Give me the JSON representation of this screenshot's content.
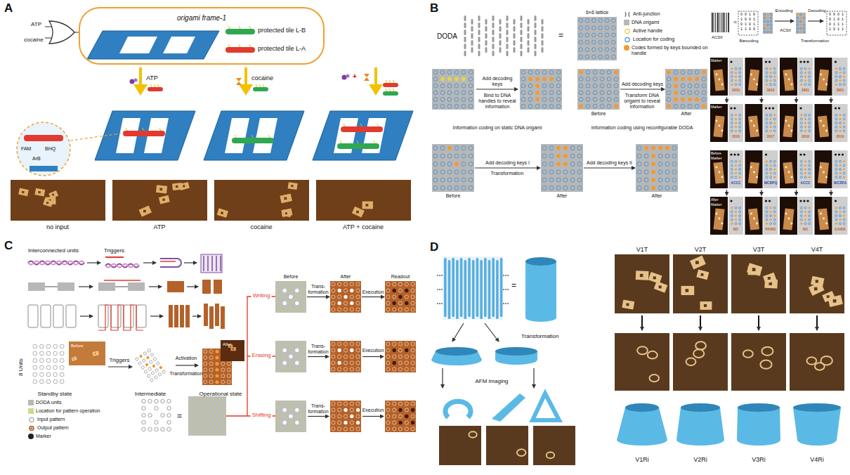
{
  "diagram": {
    "nodes": [
      {
        "text": [
          "origami frame-1"
        ]
      },
      {
        "text": [
          "protected tile L-B"
        ],
        "in": 0
      },
      {
        "text": [
          "protected tile L-A"
        ],
        "in": 0
      },
      {
        "text": [
          "6×6 lattice"
        ]
      },
      {
        "text": [
          "Before"
        ]
      },
      {
        "text": [
          "After"
        ]
      },
      {
        "text": [
          "Before"
        ]
      },
      {
        "text": [
          "After"
        ]
      },
      {
        "text": [
          "After"
        ]
      },
      {
        "text": [
          "Before"
        ]
      },
      {
        "text": [
          "After"
        ]
      },
      {
        "text": [
          "Readout"
        ]
      }
    ],
    "edges": [
      {
        "from": 4,
        "to": 5,
        "label": "Add decoding keys",
        "arrow": "to"
      },
      {
        "from": 6,
        "to": 7,
        "label": "Add decoding keys I",
        "arrow": "to"
      },
      {
        "from": 7,
        "to": 8,
        "label": "Add decoding keys II",
        "arrow": "to"
      },
      {
        "from": 9,
        "to": 10,
        "label": "Trans-formation",
        "arrow": "to"
      },
      {
        "from": 10,
        "to": 11,
        "label": "Execution",
        "arrow": "to"
      }
    ],
    "labels": [
      "A",
      "ATP",
      "cocaine",
      "ATP",
      "cocaine",
      "+",
      "FAM",
      "BHQ",
      "ArB",
      "no input",
      "ATP",
      "cocaine",
      "ATP + cocaine",
      "B",
      "DODA",
      "=",
      "Add decoding keys",
      "Bind to DNA handles to reveal information",
      "Information coding on static DNA origami",
      "Transform DNA origami to reveal information",
      "Information coding using reconfigurable DODA",
      "Transformation",
      "ACSII",
      "=",
      "0 0 1 0",
      "1 0 0 1",
      "0 1 0 1",
      "1 1 0 0",
      "Barcoding",
      "Encoding",
      "ACSII",
      "Transformation",
      "Decoding",
      "0 0 0 1",
      "0 1 0 1",
      "0 1 1 1",
      "1 0 1 1",
      "2910",
      "3910",
      "2801",
      "3801",
      "2016",
      "2017",
      "2018",
      "2019",
      "ACCC",
      "MCBPQ",
      "ACCC",
      "WCRFA",
      "NO",
      "PAINS",
      "NO",
      "GAINS",
      "Marker",
      "Marker",
      "Before",
      "Marker",
      "After",
      "Marker",
      "C",
      "Interconnected units",
      "Triggers",
      "8 Units",
      "Before",
      "Standby state",
      "Triggers",
      "Intermediate",
      "Activation",
      "Transformation",
      "After",
      "Operational state",
      "=",
      "Writing",
      "Erasing",
      "Shifting",
      "Trans-formation",
      "Execution",
      "Trans-formation",
      "Execution",
      "D",
      "=",
      "Transformation",
      "AFM imaging",
      "V1T",
      "V2T",
      "V3T",
      "V4T",
      "V1Ri",
      "V2Ri",
      "V3Ri",
      "V4Ri"
    ],
    "legend": [
      {
        "text": "Anti-junction"
      },
      {
        "text": "DNA origami",
        "color": "#b7b7b7"
      },
      {
        "text": "Active handle"
      },
      {
        "text": "Location for coding"
      },
      {
        "text": "Codes formed by keys bounded on handle",
        "color": "#f39a32"
      },
      {
        "text": "DODA units",
        "color": "#b7b7b7"
      },
      {
        "text": "Location for pattern operation",
        "color": "#cfd98a"
      },
      {
        "text": "Input pattern"
      },
      {
        "text": "Output pattern"
      },
      {
        "text": "Marker",
        "color": "#222222"
      }
    ]
  }
}
